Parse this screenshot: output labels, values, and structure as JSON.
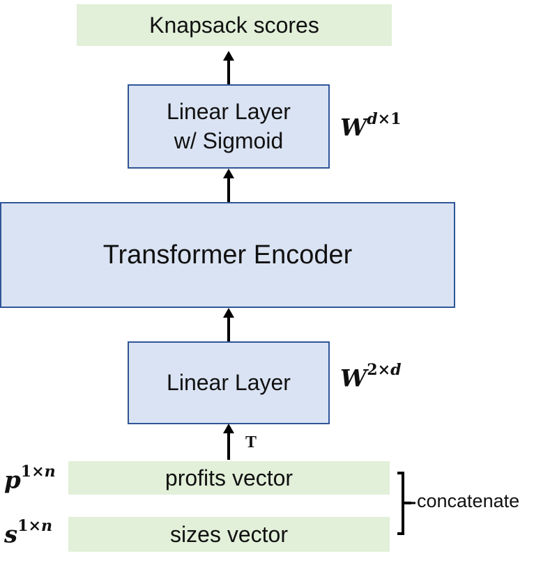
{
  "nodes": {
    "knapsack_scores": "Knapsack scores",
    "linear_sigmoid_line1": "Linear Layer",
    "linear_sigmoid_line2": "w/ Sigmoid",
    "transformer_encoder": "Transformer Encoder",
    "linear_layer": "Linear Layer",
    "profits_vector": "profits vector",
    "sizes_vector": "sizes vector"
  },
  "annotations": {
    "w_out": {
      "base": "W",
      "sup_a": "d",
      "sup_op": "×",
      "sup_b": "1"
    },
    "w_in": {
      "base": "W",
      "sup_a": "2",
      "sup_op": "×",
      "sup_b": "d"
    },
    "p_vec": {
      "base": "p",
      "sup_a": "1",
      "sup_op": "×",
      "sup_b": "n"
    },
    "s_vec": {
      "base": "s",
      "sup_a": "1",
      "sup_op": "×",
      "sup_b": "n"
    },
    "transpose": "T",
    "concatenate": "concatenate"
  },
  "colors": {
    "input_output_fill": "#e2efd9",
    "layer_fill": "#dae3f3",
    "layer_border": "#2f5597",
    "arrow": "#000000"
  }
}
